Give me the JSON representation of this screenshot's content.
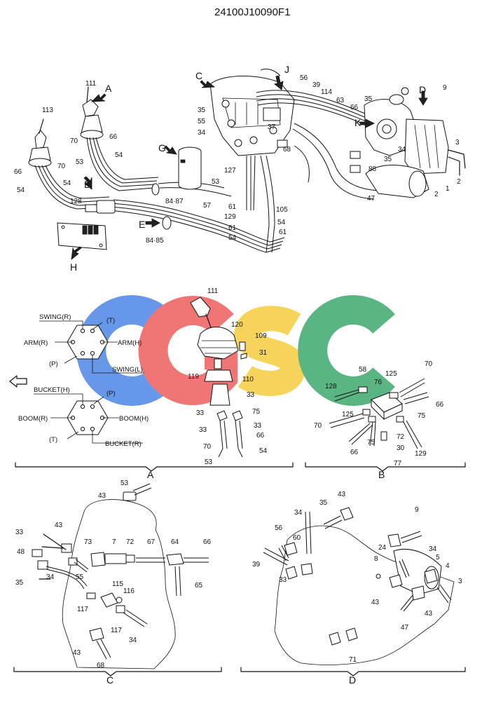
{
  "drawing_id": "24100J10090F1",
  "watermark": {
    "letters": [
      "C",
      "G",
      "S",
      "C"
    ],
    "colors": [
      "#5b8fe8",
      "#ef6b6b",
      "#f6d04d",
      "#4caf78"
    ]
  },
  "callouts": {
    "A": "A",
    "B": "B",
    "C": "C",
    "D": "D",
    "E": "E",
    "G": "G",
    "H": "H",
    "J": "J",
    "K": "K"
  },
  "section_labels": {
    "A": "A",
    "B": "B",
    "C": "C",
    "D": "D"
  },
  "main_labels": {
    "l111": "111",
    "l113": "113",
    "l66a": "66",
    "l70a": "70",
    "l54a": "54",
    "l53a": "53",
    "l66b": "66",
    "l70b": "70",
    "l54b": "54",
    "l128": "128",
    "l8487": "84·87",
    "l8485": "84·85",
    "l57": "57",
    "l53b": "53",
    "l127": "127",
    "l35a": "35",
    "l55a": "55",
    "l34a": "34",
    "l37": "37",
    "l68": "68",
    "l56": "56",
    "l39": "39",
    "l114": "114",
    "l63": "63",
    "l66c": "66",
    "l35b": "35",
    "l9": "9",
    "l3": "3",
    "l2a": "2",
    "l2b": "2",
    "l1": "1",
    "l47": "47",
    "l88": "88",
    "l35c": "35",
    "l34b": "34",
    "l61a": "61",
    "l129": "129",
    "l61b": "61",
    "l54c": "54",
    "l105": "105",
    "l54d": "54",
    "l54e": "54",
    "l61c": "61"
  },
  "port_a": {
    "swing_r": "SWING(R)",
    "arm_r": "ARM(R)",
    "t": "(T)",
    "arm_h": "ARM(H)",
    "p": "(P)",
    "swing_l": "SWING(L)"
  },
  "port_b": {
    "bucket_h": "BUCKET(H)",
    "p": "(P)",
    "boom_r": "BOOM(R)",
    "boom_h": "BOOM(H)",
    "t": "(T)",
    "bucket_r": "BUCKET(R)"
  },
  "detail_a_labels": {
    "l111": "111",
    "l120": "120",
    "l109": "109",
    "l31": "31",
    "l119": "119",
    "l110": "110",
    "l33a": "33",
    "l75a": "75",
    "l33b": "33",
    "l33c": "33",
    "l33d": "33",
    "l70": "70",
    "l66": "66",
    "l53": "53",
    "l54": "54"
  },
  "detail_b_labels": {
    "l58": "58",
    "l125a": "125",
    "l70a": "70",
    "l76": "76",
    "l128": "128",
    "l66a": "66",
    "l125b": "125",
    "l75a": "75",
    "l70b": "70",
    "l75b": "75",
    "l72": "72",
    "l66b": "66",
    "l30": "30",
    "l129": "129",
    "l77": "77"
  },
  "detail_c_labels": {
    "l53": "53",
    "l43a": "43",
    "l33": "33",
    "l43b": "43",
    "l73": "73",
    "l7": "7",
    "l72": "72",
    "l67": "67",
    "l64": "64",
    "l66": "66",
    "l48": "48",
    "l34a": "34",
    "l55": "55",
    "l35": "35",
    "l115": "115",
    "l116": "116",
    "l65": "65",
    "l117a": "117",
    "l117b": "117",
    "l34b": "34",
    "l43c": "43",
    "l68": "68"
  },
  "detail_d_labels": {
    "l43a": "43",
    "l35": "35",
    "l34a": "34",
    "l9": "9",
    "l56": "56",
    "l60": "60",
    "l24": "24",
    "l34b": "34",
    "l8": "8",
    "l5": "5",
    "l39": "39",
    "l33": "33",
    "l4": "4",
    "l3": "3",
    "l43b": "43",
    "l43c": "43",
    "l47": "47",
    "l71": "71"
  }
}
